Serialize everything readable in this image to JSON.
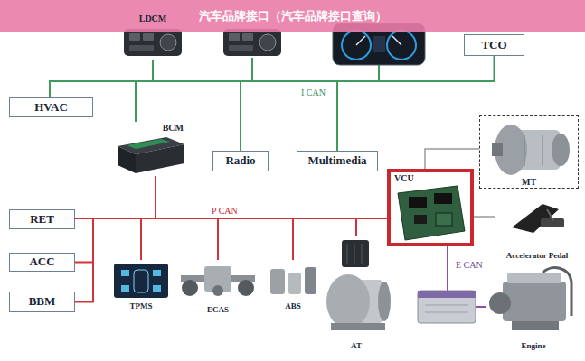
{
  "diagram": {
    "title": "汽车品牌接口（汽车品牌接口查询）",
    "nodes": [
      {
        "text": [
          "LDCM"
        ]
      },
      {
        "text": [
          "TCO"
        ]
      },
      {
        "text": [
          "HVAC"
        ]
      },
      {
        "text": [
          "BCM"
        ]
      },
      {
        "text": [
          "Radio"
        ]
      },
      {
        "text": [
          "Multimedia"
        ]
      },
      {
        "text": [
          "MT"
        ]
      },
      {
        "text": [
          "VCU"
        ]
      },
      {
        "text": [
          "RET"
        ]
      },
      {
        "text": [
          "Accelerator Pedal"
        ]
      },
      {
        "text": [
          "ACC"
        ]
      },
      {
        "text": [
          "TPMS"
        ]
      },
      {
        "text": [
          "ECAS"
        ]
      },
      {
        "text": [
          "ABS"
        ]
      },
      {
        "text": [
          "AT"
        ]
      },
      {
        "text": [
          "BBM"
        ]
      },
      {
        "text": [
          "Engine"
        ]
      }
    ],
    "edges": [
      {
        "from": 3,
        "to": 2,
        "arrow": "none"
      },
      {
        "from": 3,
        "to": 4,
        "arrow": "none"
      },
      {
        "from": 3,
        "to": 5,
        "arrow": "none"
      },
      {
        "from": 3,
        "to": 0,
        "arrow": "none"
      },
      {
        "from": 3,
        "to": 1,
        "arrow": "none"
      },
      {
        "from": 3,
        "to": 8,
        "arrow": "none"
      },
      {
        "from": 3,
        "to": 10,
        "arrow": "none"
      },
      {
        "from": 3,
        "to": 15,
        "arrow": "none"
      },
      {
        "from": 3,
        "to": 11,
        "arrow": "none"
      },
      {
        "from": 3,
        "to": 12,
        "arrow": "none"
      },
      {
        "from": 3,
        "to": 13,
        "arrow": "none"
      },
      {
        "from": 3,
        "to": 14,
        "arrow": "none"
      },
      {
        "from": 3,
        "to": 7,
        "arrow": "none"
      },
      {
        "from": 7,
        "to": 6,
        "arrow": "none"
      },
      {
        "from": 7,
        "to": 9,
        "arrow": "none"
      },
      {
        "from": 7,
        "to": 16,
        "arrow": "none"
      }
    ],
    "labels": [
      "I CAN",
      "P CAN",
      "E CAN"
    ]
  }
}
